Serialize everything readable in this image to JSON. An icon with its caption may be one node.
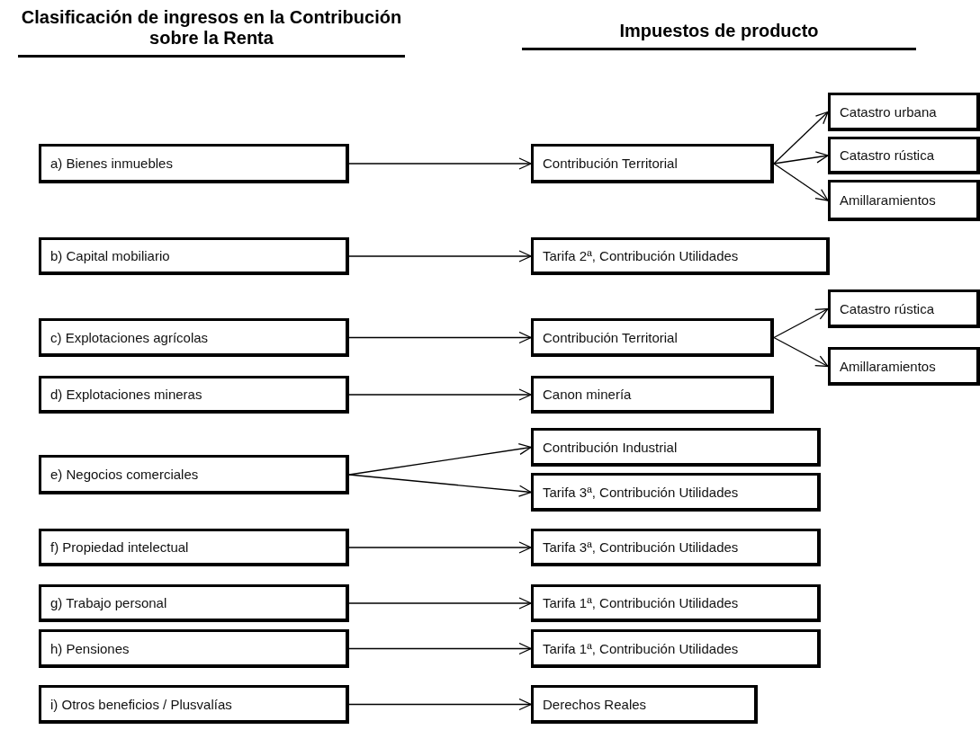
{
  "diagram": {
    "nodes": [
      {
        "text": [
          "a) Bienes inmuebles"
        ]
      },
      {
        "text": [
          "Contribución Territorial"
        ]
      },
      {
        "text": [
          "Catastro urbana"
        ]
      },
      {
        "text": [
          "Catastro rústica"
        ]
      },
      {
        "text": [
          "Amillaramientos"
        ]
      },
      {
        "text": [
          "b) Capital mobiliario"
        ]
      },
      {
        "text": [
          "Tarifa 2ª, Contribución Utilidades"
        ]
      },
      {
        "text": [
          "c) Explotaciones agrícolas"
        ]
      },
      {
        "text": [
          "Contribución Territorial"
        ]
      },
      {
        "text": [
          "Catastro rústica"
        ]
      },
      {
        "text": [
          "Amillaramientos"
        ]
      },
      {
        "text": [
          "d) Explotaciones mineras"
        ]
      },
      {
        "text": [
          "Canon minería"
        ]
      },
      {
        "text": [
          "e) Negocios comerciales"
        ]
      },
      {
        "text": [
          "Contribución Industrial"
        ]
      },
      {
        "text": [
          "Tarifa 3ª, Contribución Utilidades"
        ]
      },
      {
        "text": [
          "f) Propiedad intelectual"
        ]
      },
      {
        "text": [
          "Tarifa 3ª, Contribución Utilidades"
        ]
      },
      {
        "text": [
          "g) Trabajo personal"
        ]
      },
      {
        "text": [
          "Tarifa 1ª, Contribución Utilidades"
        ]
      },
      {
        "text": [
          "h) Pensiones"
        ]
      },
      {
        "text": [
          "Tarifa 1ª, Contribución Utilidades"
        ]
      },
      {
        "text": [
          "i) Otros beneficios / Plusvalías"
        ]
      },
      {
        "text": [
          "Derechos Reales"
        ]
      }
    ],
    "edges": [
      {
        "from": 0,
        "to": 1,
        "arrow": "to"
      },
      {
        "from": 1,
        "to": 2,
        "arrow": "to"
      },
      {
        "from": 1,
        "to": 3,
        "arrow": "to"
      },
      {
        "from": 1,
        "to": 4,
        "arrow": "to"
      },
      {
        "from": 5,
        "to": 6,
        "arrow": "to"
      },
      {
        "from": 7,
        "to": 8,
        "arrow": "to"
      },
      {
        "from": 8,
        "to": 9,
        "arrow": "to"
      },
      {
        "from": 8,
        "to": 10,
        "arrow": "to"
      },
      {
        "from": 11,
        "to": 12,
        "arrow": "to"
      },
      {
        "from": 13,
        "to": 14,
        "arrow": "to"
      },
      {
        "from": 13,
        "to": 15,
        "arrow": "to"
      },
      {
        "from": 16,
        "to": 17,
        "arrow": "to"
      },
      {
        "from": 18,
        "to": 19,
        "arrow": "to"
      },
      {
        "from": 20,
        "to": 21,
        "arrow": "to"
      },
      {
        "from": 22,
        "to": 23,
        "arrow": "to"
      }
    ],
    "labels": [
      "Clasificación de ingresos en la Contribución sobre la Renta",
      "Impuestos de producto"
    ]
  }
}
